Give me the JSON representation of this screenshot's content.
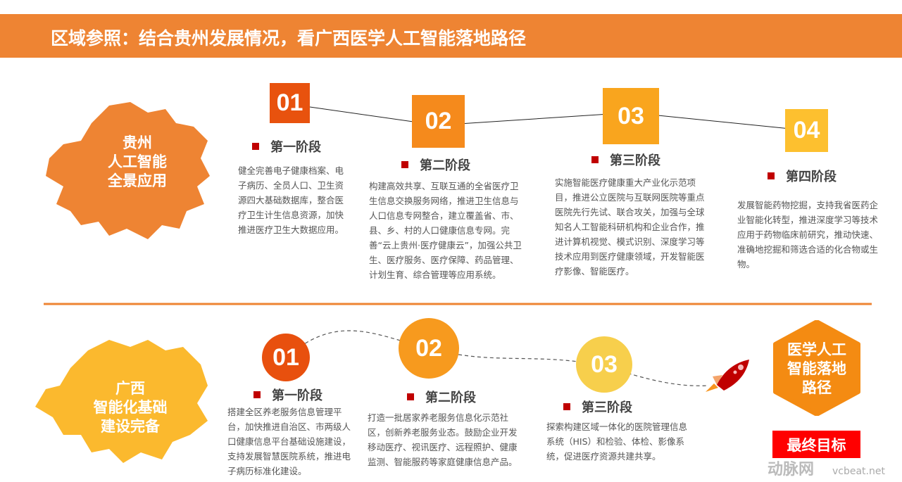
{
  "title": "区域参照：结合贵州发展情况，看广西医学人工智能落地路径",
  "guizhou": {
    "label": [
      "贵州",
      "人工智能",
      "全景应用"
    ],
    "color": "#EE8433",
    "stages": [
      {
        "num": "01",
        "name": "第一阶段",
        "color": "#E8520E",
        "text": "健全完善电子健康档案、电子病历、全员人口、卫生资源四大基础数据库，整合医疗卫生计生信息资源，加快推进医疗卫生大数据应用。"
      },
      {
        "num": "02",
        "name": "第二阶段",
        "color": "#F58A1C",
        "text": "构建高效共享、互联互通的全省医疗卫生信息交换服务网络，推进卫生信息与人口信息专网整合，建立覆盖省、市、县、乡、村的人口健康信息专网。完善“云上贵州·医疗健康云”，加强公共卫生、医疗服务、医疗保障、药品管理、计划生育、综合管理等应用系统。"
      },
      {
        "num": "03",
        "name": "第三阶段",
        "color": "#F9A51E",
        "text": "实施智能医疗健康重大产业化示范项目，推进公立医院与互联网医院等重点医院先行先试、联合攻关，加强与全球知名人工智能科研机构和企业合作，推进计算机视觉、模式识别、深度学习等技术应用到医疗健康领域，开发智能医疗影像、智能医疗。"
      },
      {
        "num": "04",
        "name": "第四阶段",
        "color": "#FDC02F",
        "text": "发展智能药物挖掘，支持我省医药企业智能化转型，推进深度学习等技术应用于药物临床前研究，推动快速、准确地挖掘和筛选合适的化合物或生物。"
      }
    ]
  },
  "guangxi": {
    "label": [
      "广西",
      "智能化基础",
      "建设完备"
    ],
    "color": "#FBB92E",
    "stages": [
      {
        "num": "01",
        "name": "第一阶段",
        "color": "#E8500E",
        "text": "搭建全区养老服务信息管理平台，加快推进自治区、市两级人口健康信息平台基础设施建设，支持发展智慧医院系统，推进电子病历标准化建设。"
      },
      {
        "num": "02",
        "name": "第二阶段",
        "color": "#F79A1E",
        "text": "打造一批居家养老服务信息化示范社区，创新养老服务业态。鼓励企业开发移动医疗、视讯医疗、远程照护、健康监测、智能服药等家庭健康信息产品。"
      },
      {
        "num": "03",
        "name": "第三阶段",
        "color": "#F7CF4C",
        "text": "探索构建区域一体化的医院管理信息系统（HIS）和检验、体检、影像系统，促进医疗资源共建共享。"
      }
    ]
  },
  "goal": {
    "hex_text": [
      "医学人工",
      "智能落地",
      "路径"
    ],
    "badge": "最终目标",
    "hex_color": "#F48B12",
    "badge_color": "#FF0000"
  },
  "watermark": {
    "cn": "动脉网",
    "en": "vcbeat.net"
  }
}
